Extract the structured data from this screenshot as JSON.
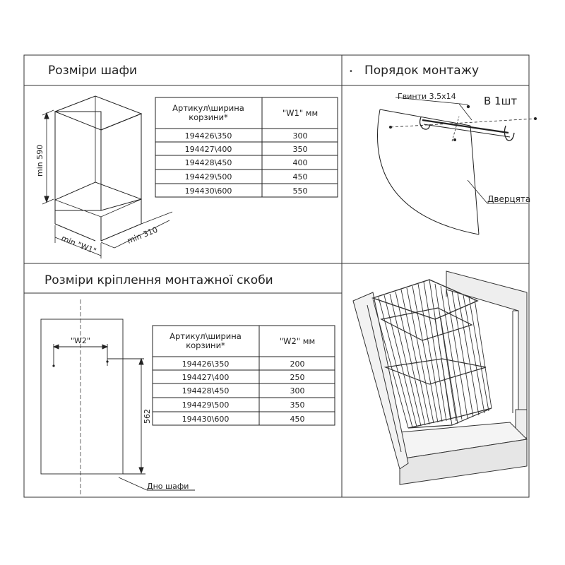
{
  "panels": {
    "cabinet_dimensions": {
      "title": "Розміри шафи"
    },
    "assembly_order": {
      "title": "Порядок монтажу"
    },
    "bracket_dimensions": {
      "title": "Розміри кріплення монтажної скоби"
    }
  },
  "cabinet_drawing": {
    "height_label": "min 590",
    "depth_label": "min 310",
    "width_label": "min \"W1\""
  },
  "table_w1": {
    "header": {
      "col1_line1": "Артикул\\ширина",
      "col1_line2": "корзини*",
      "col2": "\"W1\" мм"
    },
    "rows": [
      {
        "article": "194426\\350",
        "value": "300"
      },
      {
        "article": "194427\\400",
        "value": "350"
      },
      {
        "article": "194428\\450",
        "value": "400"
      },
      {
        "article": "194429\\500",
        "value": "450"
      },
      {
        "article": "194430\\600",
        "value": "550"
      }
    ]
  },
  "assembly_drawing": {
    "screws_label": "Гвинти 3.5x14",
    "quantity_label": "В 1шт",
    "door_label": "Дверцята"
  },
  "bracket_drawing": {
    "w2_label": "\"W2\"",
    "height_label": "562",
    "bottom_label": "Дно шафи"
  },
  "table_w2": {
    "header": {
      "col1_line1": "Артикул\\ширина",
      "col1_line2": "корзини*",
      "col2": "\"W2\" мм"
    },
    "rows": [
      {
        "article": "194426\\350",
        "value": "200"
      },
      {
        "article": "194427\\400",
        "value": "250"
      },
      {
        "article": "194428\\450",
        "value": "300"
      },
      {
        "article": "194429\\500",
        "value": "350"
      },
      {
        "article": "194430\\600",
        "value": "450"
      }
    ]
  }
}
